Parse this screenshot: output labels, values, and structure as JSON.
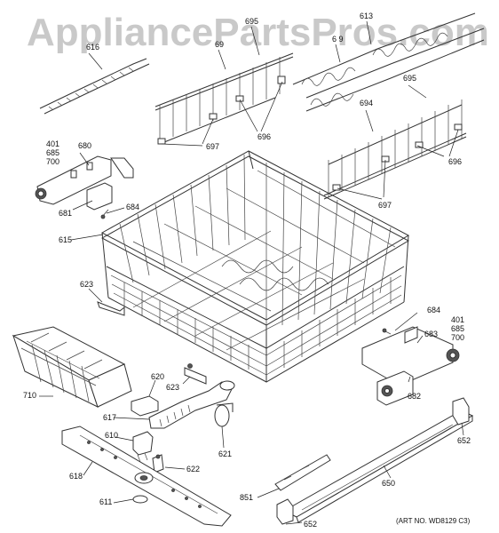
{
  "watermark": "AppliancePartsPros.com",
  "art_no": "(ART NO. WD8129 C3)",
  "labels": {
    "l616": "616",
    "l695a": "695",
    "l69": "69",
    "l613": "613",
    "l69b": "6 9",
    "l695b": "695",
    "l694": "694",
    "l697a": "697",
    "l696a": "696",
    "l696b": "696",
    "l697b": "697",
    "l680": "680",
    "l681": "681",
    "l684a": "684",
    "l615": "615",
    "l623a": "623",
    "l684b": "684",
    "l683": "683",
    "l682": "682",
    "l710": "710",
    "l620": "620",
    "l623b": "623",
    "l617": "617",
    "l610": "610",
    "l621": "621",
    "l622": "622",
    "l618": "618",
    "l611": "611",
    "l652a": "652",
    "l851": "851",
    "l650": "650",
    "l652b": "652"
  },
  "stack_left": [
    "401",
    "685",
    "700"
  ],
  "stack_right": [
    "401",
    "685",
    "700"
  ]
}
